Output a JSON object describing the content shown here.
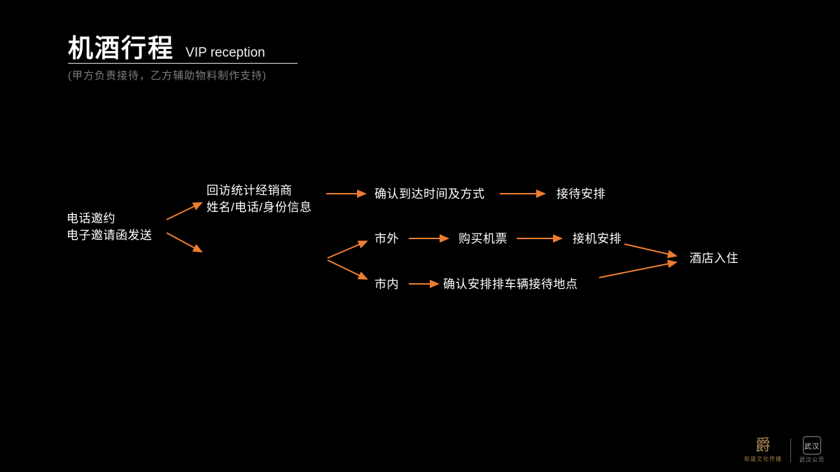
{
  "slide": {
    "title": "机酒行程",
    "subtitle": "VIP reception",
    "note": "(甲方负责接待，乙方辅助物料制作支持)"
  },
  "diagram": {
    "type": "flowchart",
    "accent_color": "#ED7D31",
    "nodes": {
      "invite": "电话邀约\n电子邀请函发送",
      "callback": "回访统计经销商\n姓名/电话/身份信息",
      "confirm_arrival": "确认到达时间及方式",
      "reception_plan": "接待安排",
      "outside_city": "市外",
      "buy_ticket": "购买机票",
      "pickup_plan": "接机安排",
      "inside_city": "市内",
      "vehicle_point": "确认安排排车辆接待地点",
      "hotel": "酒店入住"
    },
    "edges": [
      [
        "invite",
        "callback"
      ],
      [
        "invite",
        "branch_city"
      ],
      [
        "callback",
        "confirm_arrival"
      ],
      [
        "confirm_arrival",
        "reception_plan"
      ],
      [
        "branch_city",
        "outside_city"
      ],
      [
        "branch_city",
        "inside_city"
      ],
      [
        "outside_city",
        "buy_ticket"
      ],
      [
        "buy_ticket",
        "pickup_plan"
      ],
      [
        "inside_city",
        "vehicle_point"
      ],
      [
        "pickup_plan",
        "hotel"
      ],
      [
        "vehicle_point",
        "hotel"
      ]
    ]
  },
  "footer": {
    "logo1_glyph": "爵",
    "logo1_caption": "和盛文化传播",
    "logo2_text": "武汉",
    "logo2_caption": "武汉公司"
  }
}
